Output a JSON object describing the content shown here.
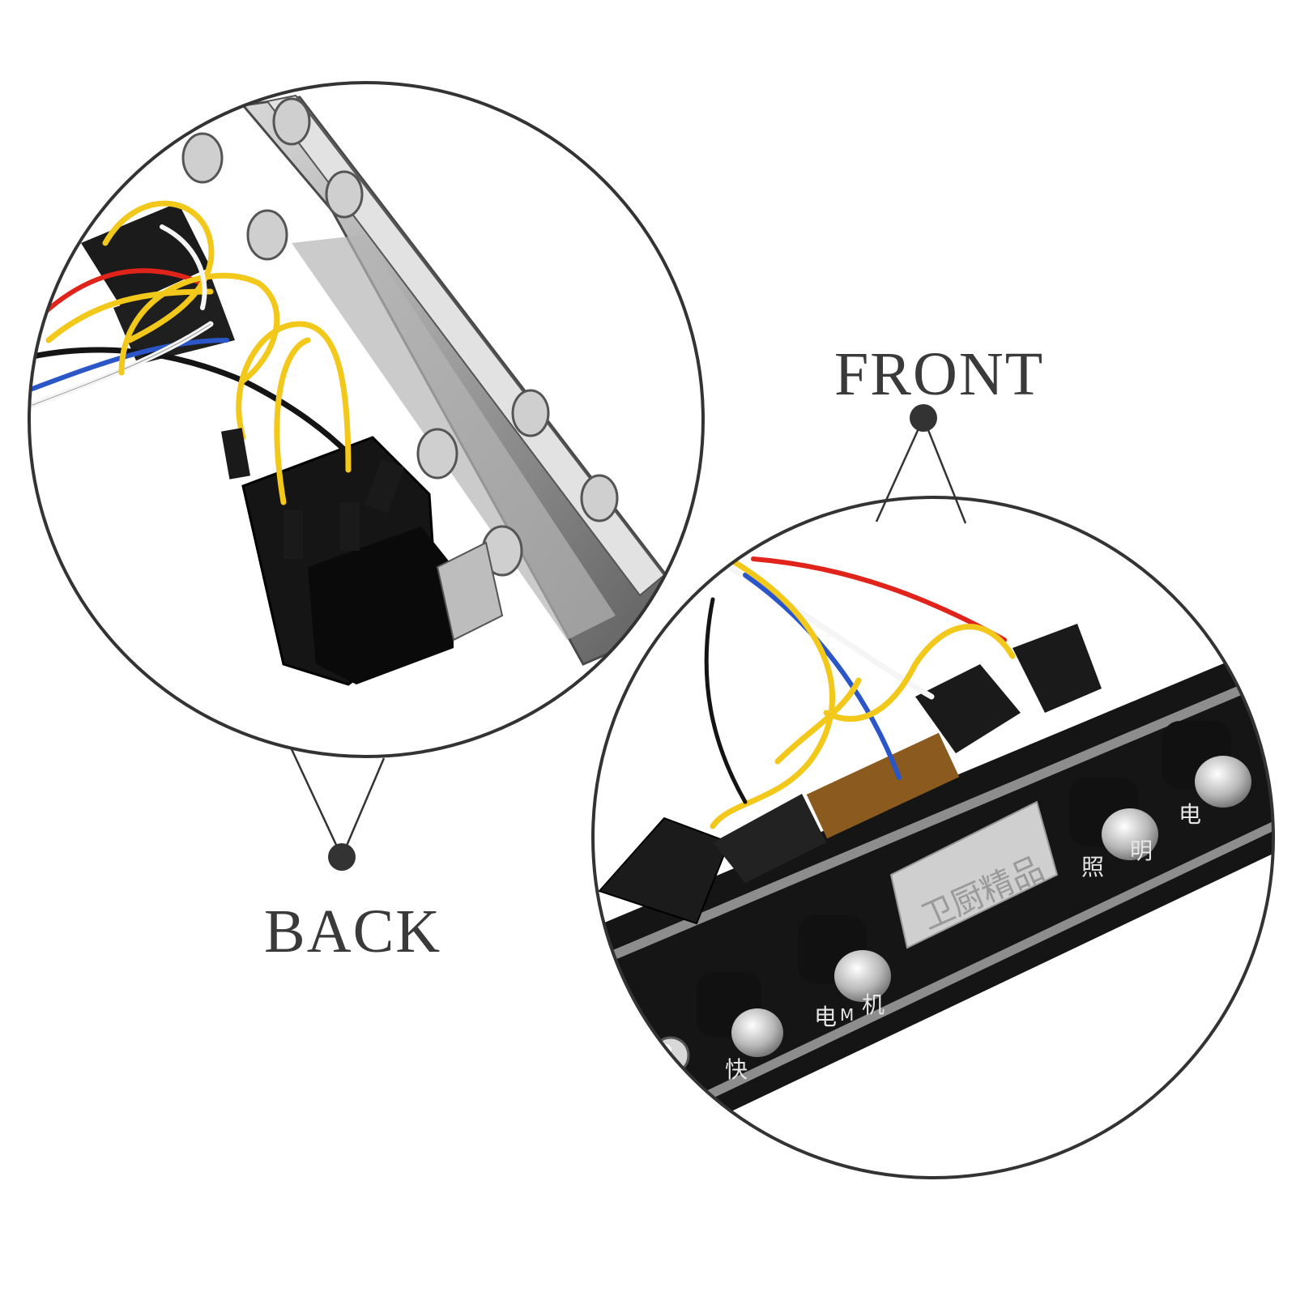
{
  "labels": {
    "back": "BACK",
    "front": "FRONT"
  },
  "panel_text": {
    "display": "卫厨精品",
    "knob_1": "快",
    "knob_2": "电",
    "knob_2_badge": "M",
    "knob_2_suffix": "机",
    "knob_3": "照",
    "knob_3_suffix": "明",
    "knob_4": "电"
  },
  "colors": {
    "outline": "#333333",
    "wire_yellow": "#f2c81a",
    "wire_red": "#e0241b",
    "wire_blue": "#2a56c8",
    "wire_black": "#141414",
    "panel_black": "#151515",
    "panel_silver": "#8d8d8d"
  }
}
